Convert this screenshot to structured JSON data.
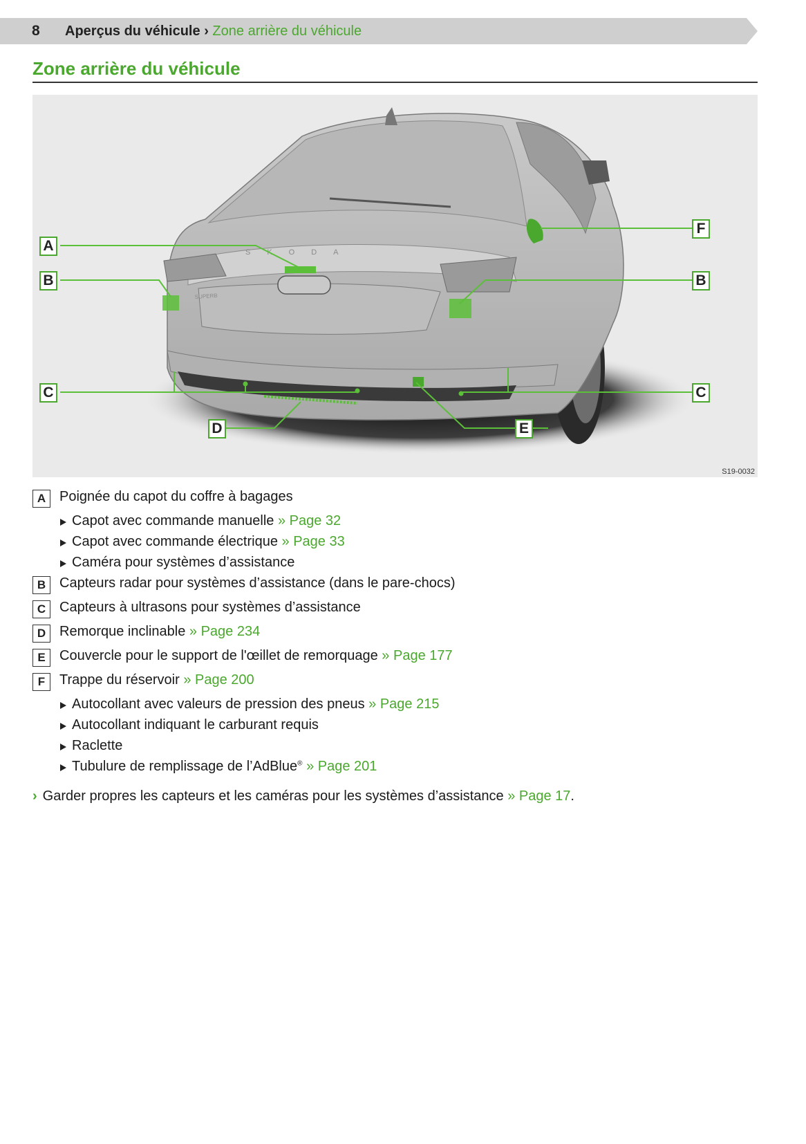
{
  "header": {
    "page_number": "8",
    "section": "Aperçus du véhicule",
    "separator": "›",
    "subsection": "Zone arrière du véhicule"
  },
  "title": "Zone arrière du véhicule",
  "figure": {
    "code": "S19-0032",
    "badge_text": "SKODA",
    "model_text": "SUPERB",
    "callouts": {
      "a": "A",
      "b_left": "B",
      "b_right": "B",
      "c_left": "C",
      "c_right": "C",
      "d": "D",
      "e": "E",
      "f": "F"
    }
  },
  "legend": [
    {
      "letter": "A",
      "text": "Poignée du capot du coffre à bagages",
      "subs": [
        {
          "text": "Capot avec commande manuelle",
          "ref": "» Page 32"
        },
        {
          "text": "Capot avec commande électrique",
          "ref": "» Page 33"
        },
        {
          "text": "Caméra pour systèmes d’assistance",
          "ref": ""
        }
      ]
    },
    {
      "letter": "B",
      "text": "Capteurs radar pour systèmes d’assistance (dans le pare-chocs)",
      "ref": ""
    },
    {
      "letter": "C",
      "text": "Capteurs à ultrasons pour systèmes d’assistance",
      "ref": ""
    },
    {
      "letter": "D",
      "text": "Remorque inclinable",
      "ref": "» Page 234"
    },
    {
      "letter": "E",
      "text": "Couvercle pour le support de l'œillet de remorquage",
      "ref": "» Page 177"
    },
    {
      "letter": "F",
      "text": "Trappe du réservoir",
      "ref": "» Page 200",
      "subs": [
        {
          "text": "Autocollant avec valeurs de pression des pneus",
          "ref": "» Page 215"
        },
        {
          "text": "Autocollant indiquant le carburant requis",
          "ref": ""
        },
        {
          "text": "Raclette",
          "ref": ""
        },
        {
          "text": "Tubulure de remplissage de l’AdBlue",
          "sup": "®",
          "ref": "» Page 201"
        }
      ]
    }
  ],
  "note": {
    "arrow": "›",
    "text": "Garder propres les capteurs et les caméras pour les systèmes d’assistance",
    "ref": "» Page 17",
    "end": "."
  },
  "colors": {
    "accent": "#4ba82e",
    "header_bg": "#cfcfcf",
    "figure_bg": "#eaeaea"
  }
}
